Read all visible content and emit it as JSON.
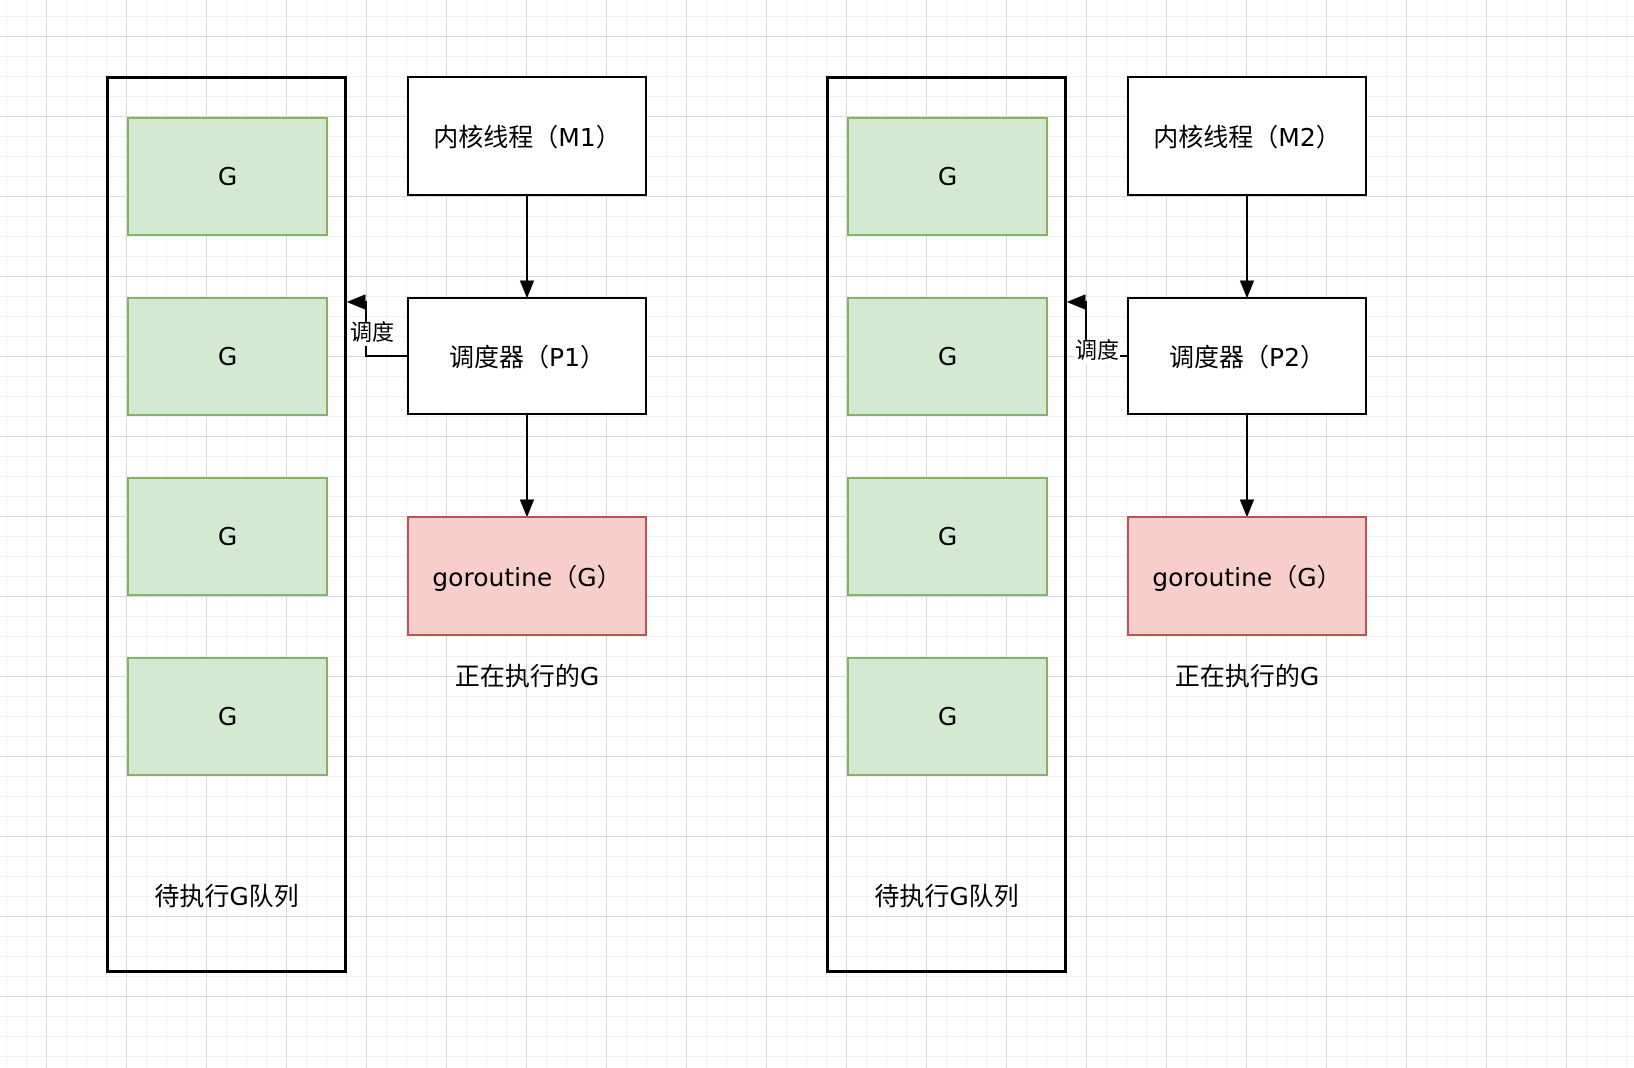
{
  "colors": {
    "green_fill": "#d5e8d4",
    "green_border": "#82b366",
    "pink_fill": "#f8cecc",
    "pink_border": "#b85450",
    "line": "#000000"
  },
  "groups": [
    {
      "kernel_thread_label": "内核线程（M1）",
      "scheduler_label": "调度器（P1）",
      "goroutine_label": "goroutine（G）",
      "executing_caption": "正在执行的G",
      "queue_caption": "待执行G队列",
      "schedule_arrow_label": "调度",
      "queue_items": [
        "G",
        "G",
        "G",
        "G"
      ]
    },
    {
      "kernel_thread_label": "内核线程（M2）",
      "scheduler_label": "调度器（P2）",
      "goroutine_label": "goroutine（G）",
      "executing_caption": "正在执行的G",
      "queue_caption": "待执行G队列",
      "schedule_arrow_label": "调度",
      "queue_items": [
        "G",
        "G",
        "G",
        "G"
      ]
    }
  ]
}
